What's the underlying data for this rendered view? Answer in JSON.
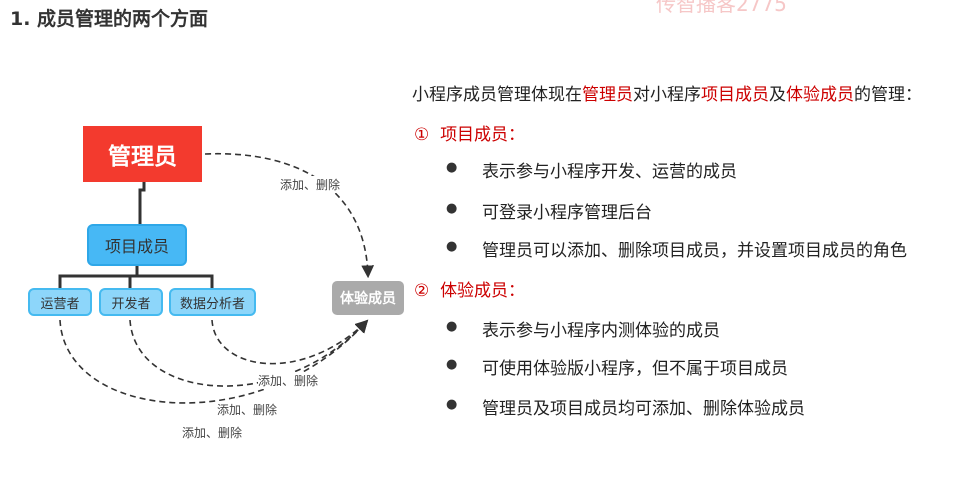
{
  "title": "1. 成员管理的两个方面",
  "watermark": "传智播客2775",
  "diagram": {
    "admin": "管理员",
    "project_member": "项目成员",
    "roles": [
      "运营者",
      "开发者",
      "数据分析者"
    ],
    "experience_member": "体验成员",
    "edge_label": "添加、删除"
  },
  "intro": {
    "p1": "小程序成员管理体现在",
    "h1": "管理员",
    "p2": "对小程序",
    "h2": "项目成员",
    "p3": "及",
    "h3": "体验成员",
    "p4": "的管理："
  },
  "sections": [
    {
      "num": "①",
      "title": "项目成员：",
      "items": [
        "表示参与小程序开发、运营的成员",
        "可登录小程序管理后台",
        "管理员可以添加、删除项目成员，并设置项目成员的角色"
      ]
    },
    {
      "num": "②",
      "title": "体验成员：",
      "items": [
        "表示参与小程序内测体验的成员",
        "可使用体验版小程序，但不属于项目成员",
        "管理员及项目成员均可添加、删除体验成员"
      ]
    }
  ]
}
